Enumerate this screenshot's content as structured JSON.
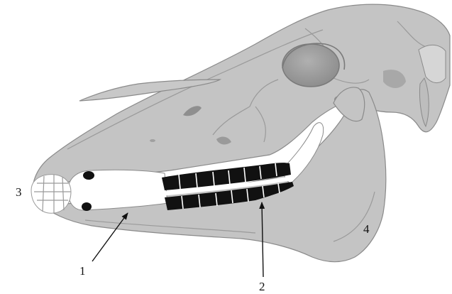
{
  "diagram": {
    "subject": "horse-skull-lateral-view",
    "colors": {
      "bone": "#c4c4c4",
      "bone_shade": "#b2b2b2",
      "teeth": "#111111",
      "gap": "#ffffff",
      "lines": "#111111"
    },
    "callouts": [
      {
        "id": "c1",
        "label": "1"
      },
      {
        "id": "c2",
        "label": "2"
      },
      {
        "id": "c3",
        "label": "3"
      },
      {
        "id": "c4",
        "label": "4"
      }
    ]
  }
}
